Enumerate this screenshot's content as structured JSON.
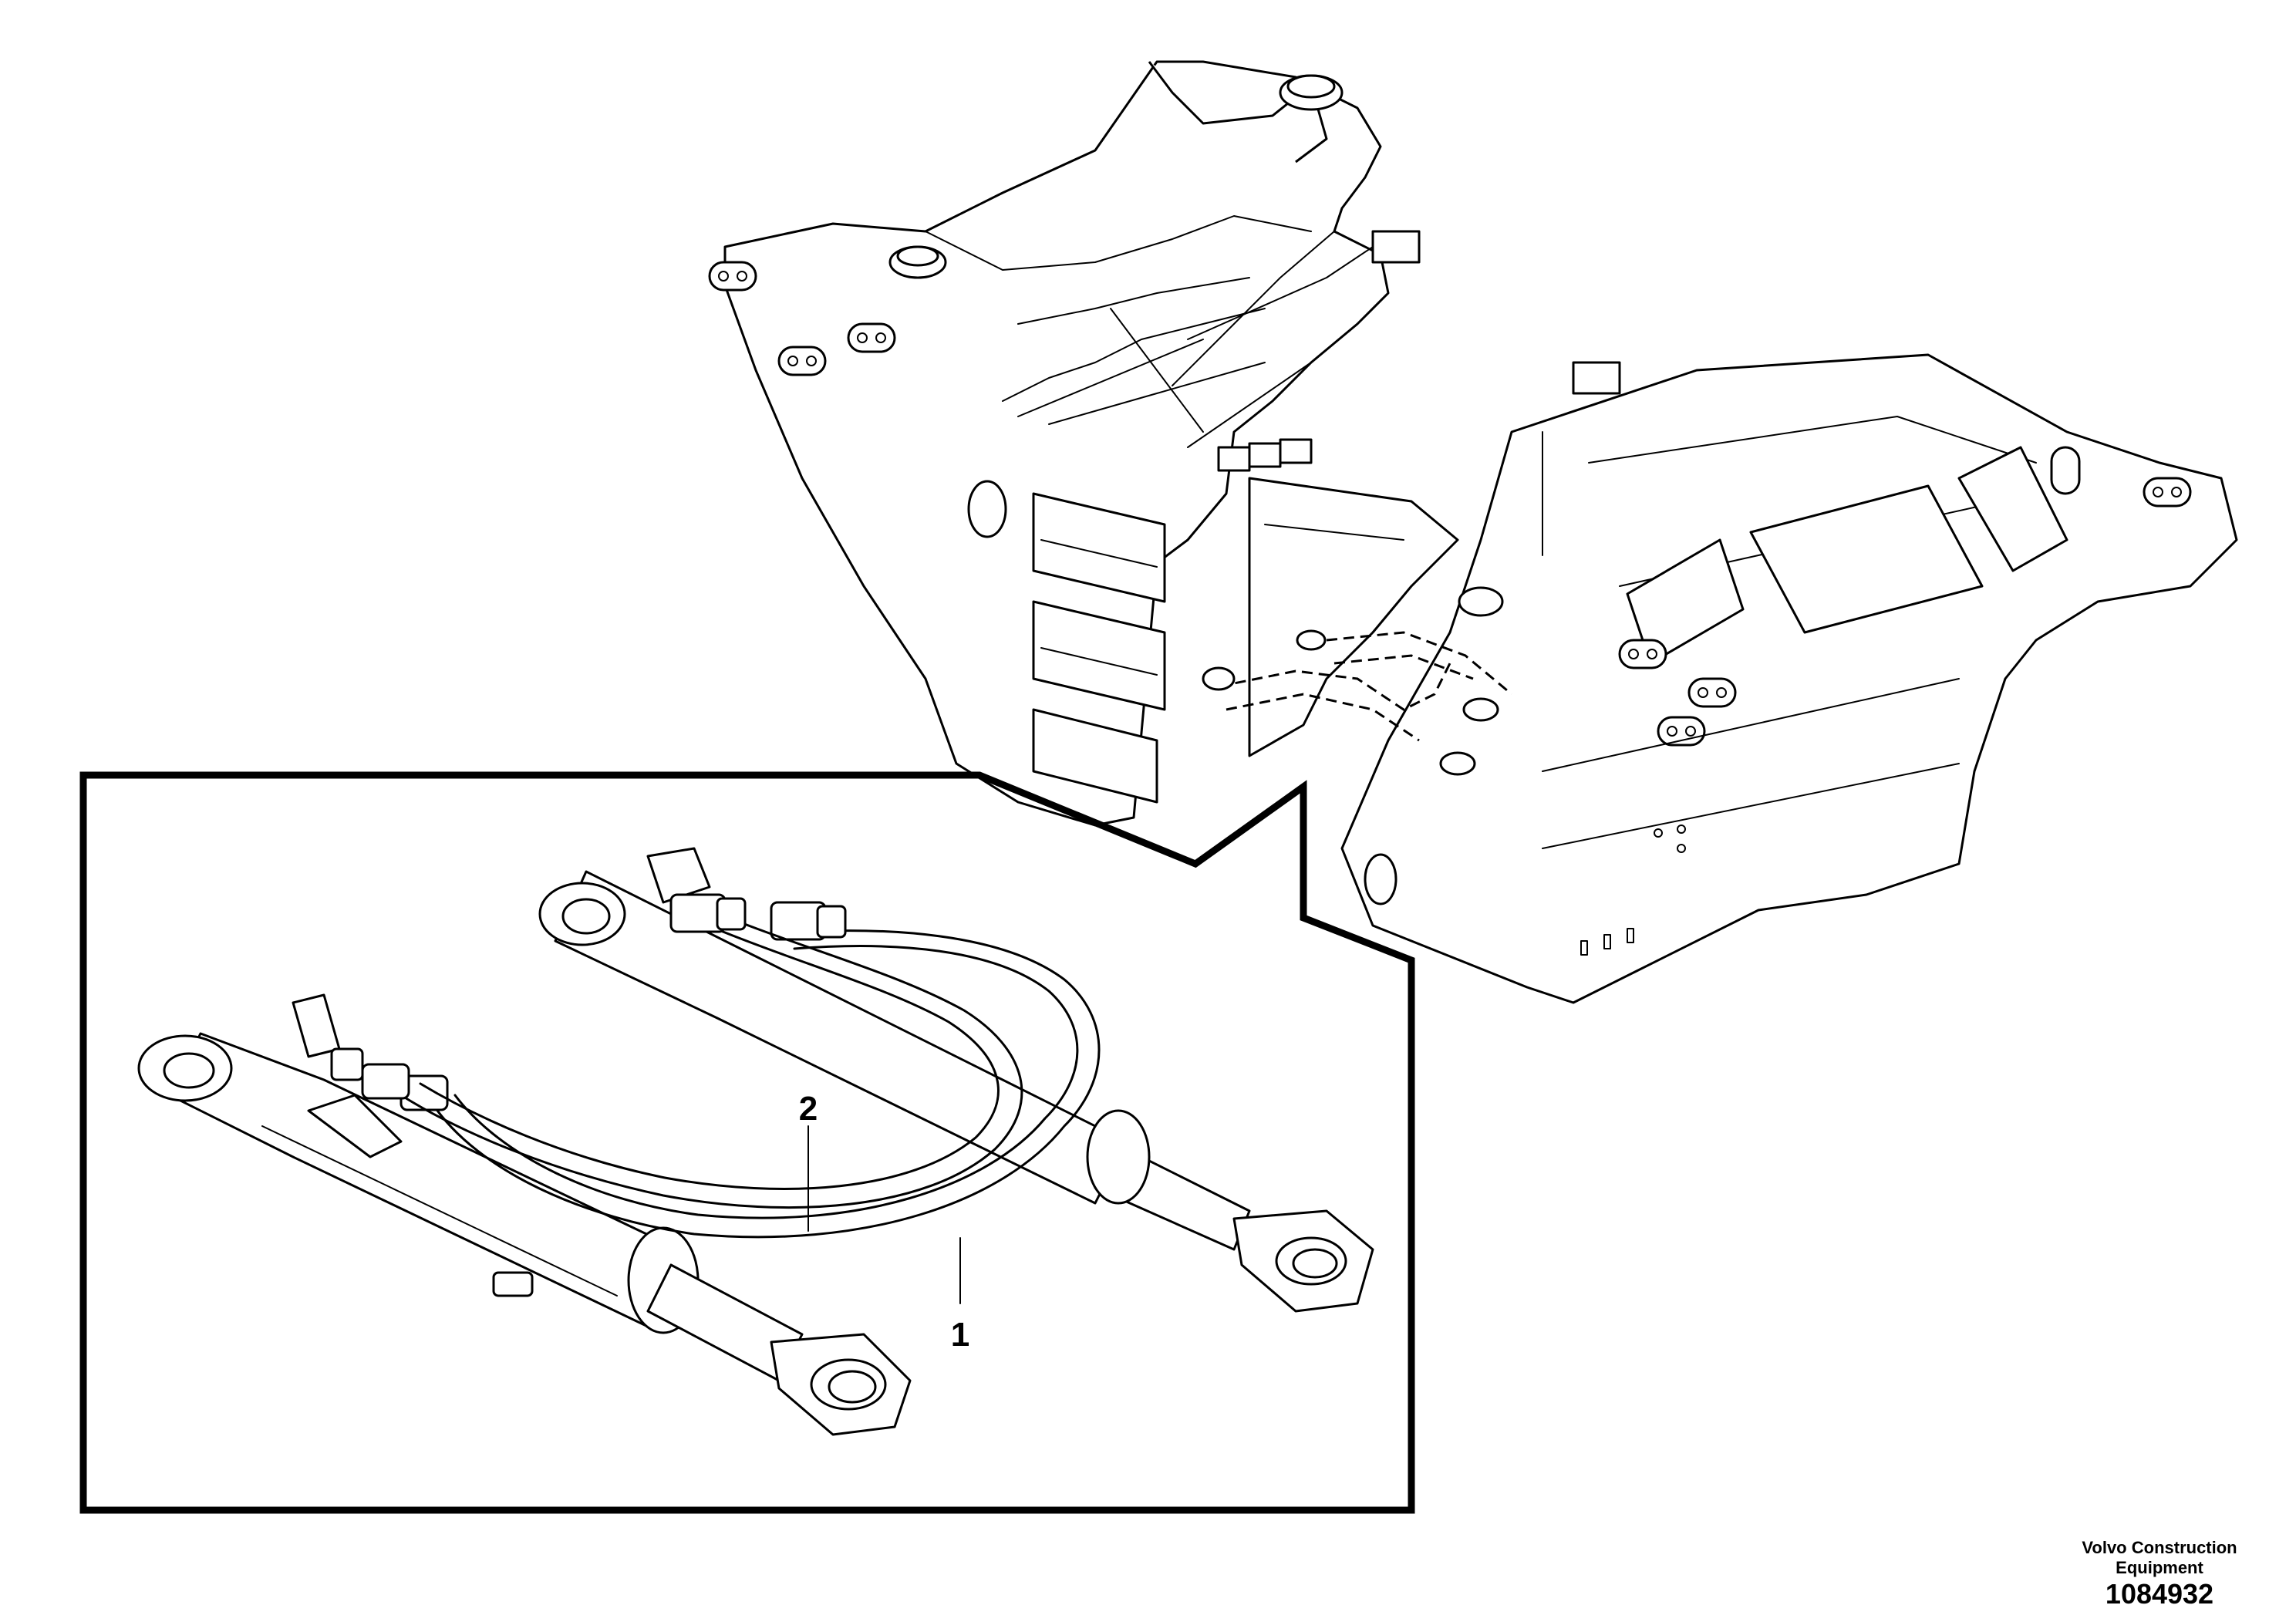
{
  "callouts": [
    {
      "id": "1",
      "label": "1"
    },
    {
      "id": "2",
      "label": "2"
    }
  ],
  "credit": {
    "line1": "Volvo Construction",
    "line2": "Equipment"
  },
  "drawing_number": "1084932"
}
